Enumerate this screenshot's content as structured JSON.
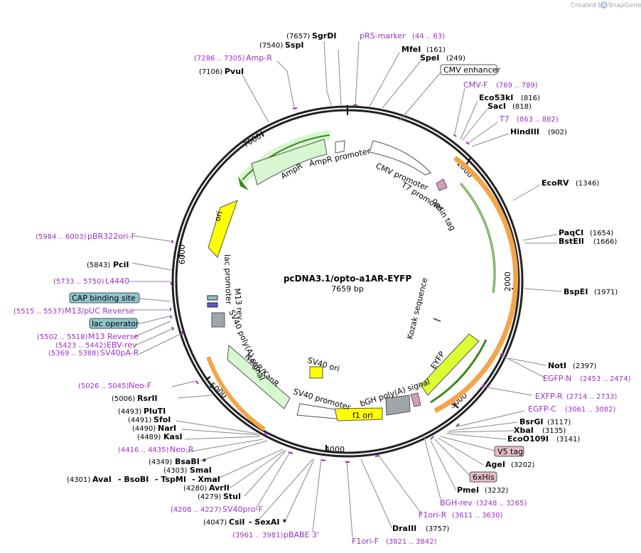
{
  "title": "pcDNA3.1/opto-a1AR-EYFP",
  "length": "7659 bp",
  "credit": "Created by",
  "brand": "SnapGene",
  "colors": {
    "backbone": "#222222",
    "primer": "#9b30c8",
    "amp": "#d7f7d0",
    "cmv": "#ffffff",
    "origin": "#ffff00",
    "eyfp": "#ddff33",
    "opsin": "#d69cbd",
    "orange": "#f3a649",
    "green": "#3b8a1a",
    "gray": "#a0a5aa",
    "cap": "#8ec4cc",
    "v5": "#e6bcc6"
  },
  "ticks": [
    "1000",
    "2000",
    "3000",
    "4000",
    "5000",
    "6000",
    "7000"
  ],
  "labels": [
    {
      "pos": "(7657)",
      "name": "SgrDI",
      "kind": "enz"
    },
    {
      "pos": "(7540)",
      "name": "SspI",
      "kind": "enz"
    },
    {
      "pos": "(7286 .. 7305)",
      "name": "Amp-R",
      "kind": "primer"
    },
    {
      "pos": "(7106)",
      "name": "PvuI",
      "kind": "enz"
    },
    {
      "pos": "(44 .. 63)",
      "name": "pRS-marker",
      "kind": "primer"
    },
    {
      "pos": "(161)",
      "name": "MfeI",
      "kind": "enz"
    },
    {
      "pos": "(249)",
      "name": "SpeI",
      "kind": "enz"
    },
    {
      "pos": "",
      "name": "CMV enhancer",
      "kind": "box"
    },
    {
      "pos": "(769 .. 789)",
      "name": "CMV-F",
      "kind": "primer"
    },
    {
      "pos": "(816)",
      "name": "Eco53kI",
      "kind": "enz"
    },
    {
      "pos": "(818)",
      "name": "SacI",
      "kind": "enz"
    },
    {
      "pos": "(863 .. 882)",
      "name": "T7",
      "kind": "primer"
    },
    {
      "pos": "(902)",
      "name": "HindIII",
      "kind": "enz"
    },
    {
      "pos": "(1346)",
      "name": "EcoRV",
      "kind": "enz"
    },
    {
      "pos": "(1654)",
      "name": "PaqCI",
      "kind": "enz"
    },
    {
      "pos": "(1666)",
      "name": "BstEII",
      "kind": "enz"
    },
    {
      "pos": "(1971)",
      "name": "BspEI",
      "kind": "enz"
    },
    {
      "pos": "(2397)",
      "name": "NotI",
      "kind": "enz"
    },
    {
      "pos": "(2453 .. 2474)",
      "name": "EGFP-N",
      "kind": "primer"
    },
    {
      "pos": "(2714 .. 2733)",
      "name": "EXFP-R",
      "kind": "primer"
    },
    {
      "pos": "(3061 .. 3082)",
      "name": "EGFP-C",
      "kind": "primer"
    },
    {
      "pos": "(3117)",
      "name": "BsrGI",
      "kind": "enz"
    },
    {
      "pos": "(3135)",
      "name": "XbaI",
      "kind": "enz"
    },
    {
      "pos": "(3141)",
      "name": "EcoO109I",
      "kind": "enz"
    },
    {
      "pos": "",
      "name": "V5 tag",
      "kind": "box"
    },
    {
      "pos": "(3202)",
      "name": "AgeI",
      "kind": "enz"
    },
    {
      "pos": "",
      "name": "6xHis",
      "kind": "box"
    },
    {
      "pos": "(3232)",
      "name": "PmeI",
      "kind": "enz"
    },
    {
      "pos": "(3248 .. 3265)",
      "name": "BGH-rev",
      "kind": "primer"
    },
    {
      "pos": "(3611 .. 3630)",
      "name": "F1ori-R",
      "kind": "primer"
    },
    {
      "pos": "(3757)",
      "name": "DraIII",
      "kind": "enz"
    },
    {
      "pos": "(3821 .. 3842)",
      "name": "F1ori-F",
      "kind": "primer"
    },
    {
      "pos": "(3961 .. 3981)",
      "name": "pBABE 3'",
      "kind": "primer"
    },
    {
      "pos": "(4047)",
      "name": "CsiI",
      "kind": "enz"
    },
    {
      "pos": "",
      "name": "SexAI *",
      "kind": "enz"
    },
    {
      "pos": "(4208 .. 4227)",
      "name": "SV40pro-F",
      "kind": "primer"
    },
    {
      "pos": "(4279)",
      "name": "StuI",
      "kind": "enz"
    },
    {
      "pos": "(4280)",
      "name": "AvrII",
      "kind": "enz"
    },
    {
      "pos": "(4301)",
      "name": "AvaI",
      "kind": "enz"
    },
    {
      "pos": "",
      "name": "BsoBI",
      "kind": "enz"
    },
    {
      "pos": "",
      "name": "TspMI",
      "kind": "enz"
    },
    {
      "pos": "",
      "name": "XmaI",
      "kind": "enz"
    },
    {
      "pos": "(4303)",
      "name": "SmaI",
      "kind": "enz"
    },
    {
      "pos": "(4349)",
      "name": "BsaBI *",
      "kind": "enz"
    },
    {
      "pos": "(4416 .. 4435)",
      "name": "Neo-R",
      "kind": "primer"
    },
    {
      "pos": "(4489)",
      "name": "KasI",
      "kind": "enz"
    },
    {
      "pos": "(4490)",
      "name": "NarI",
      "kind": "enz"
    },
    {
      "pos": "(4491)",
      "name": "SfoI",
      "kind": "enz"
    },
    {
      "pos": "(4493)",
      "name": "PluTI",
      "kind": "enz"
    },
    {
      "pos": "(5006)",
      "name": "RsrII",
      "kind": "enz"
    },
    {
      "pos": "(5026 .. 5045)",
      "name": "Neo-F",
      "kind": "primer"
    },
    {
      "pos": "(5369 .. 5388)",
      "name": "SV40pA-R",
      "kind": "primer"
    },
    {
      "pos": "(5423 .. 5442)",
      "name": "EBV-rev",
      "kind": "primer"
    },
    {
      "pos": "(5502 .. 5518)",
      "name": "M13 Reverse",
      "kind": "primer"
    },
    {
      "pos": "",
      "name": "lac operator",
      "kind": "box"
    },
    {
      "pos": "(5515 .. 5537)",
      "name": "M13/pUC Reverse",
      "kind": "primer"
    },
    {
      "pos": "",
      "name": "CAP binding site",
      "kind": "box"
    },
    {
      "pos": "(5733 .. 5750)",
      "name": "L4440",
      "kind": "primer"
    },
    {
      "pos": "(5843)",
      "name": "PciI",
      "kind": "enz"
    },
    {
      "pos": "(5984 .. 6003)",
      "name": "pBR322ori-F",
      "kind": "primer"
    }
  ],
  "features": [
    {
      "name": "AmpR"
    },
    {
      "name": "AmpR promoter"
    },
    {
      "name": "CMV promoter"
    },
    {
      "name": "T7 promoter"
    },
    {
      "name": "opsin tag"
    },
    {
      "name": "ori"
    },
    {
      "name": "lac promoter"
    },
    {
      "name": "M13 rev"
    },
    {
      "name": "SV40 poly(A) signal"
    },
    {
      "name": "NeoR/KanR"
    },
    {
      "name": "SV40 ori"
    },
    {
      "name": "SV40 promoter"
    },
    {
      "name": "f1 ori"
    },
    {
      "name": "bGH poly(A) signal"
    },
    {
      "name": "EYFP"
    },
    {
      "name": "Kozak sequence"
    }
  ]
}
